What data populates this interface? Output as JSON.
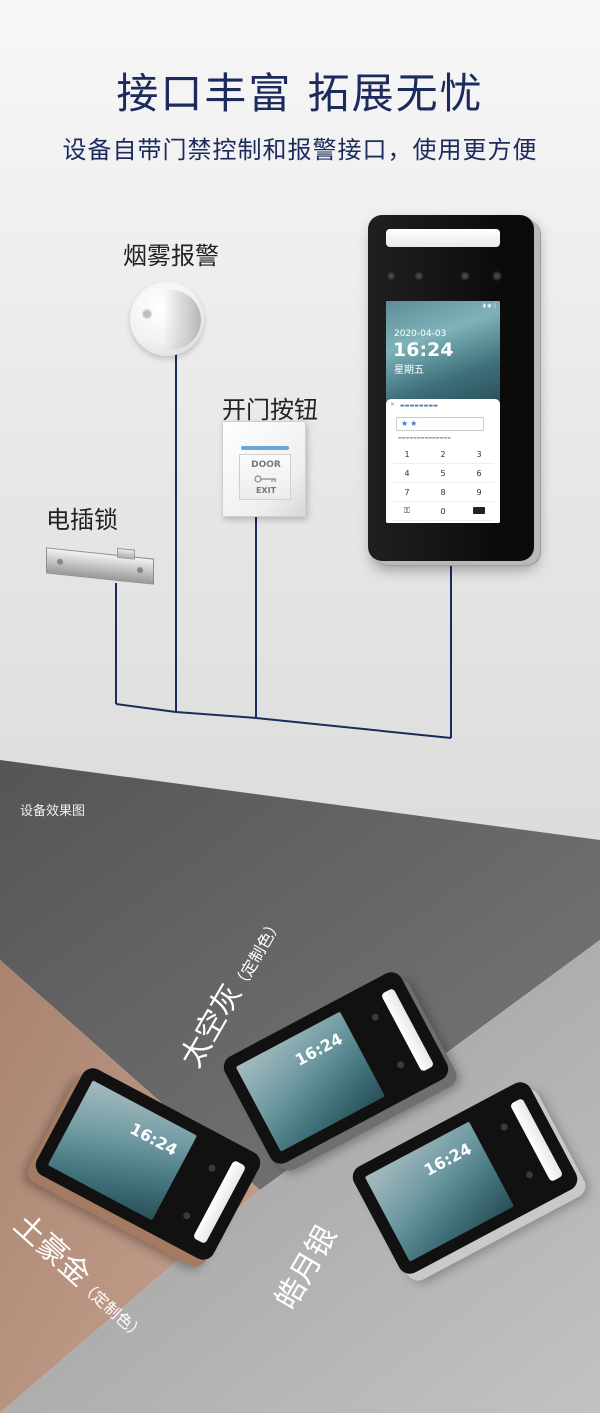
{
  "header": {
    "title": "接口丰富 拓展无忧",
    "subtitle": "设备自带门禁控制和报警接口，使用更方便"
  },
  "peripherals": {
    "smoke_alarm": "烟雾报警",
    "exit_button": "开门按钮",
    "electric_lock": "电插锁"
  },
  "exit_button_text": {
    "line1": "DOOR",
    "line2": "EXIT"
  },
  "terminal_screen": {
    "date": "2020-04-03",
    "time": "16:24",
    "weekday": "星期五",
    "keypad": [
      "1",
      "2",
      "3",
      "4",
      "5",
      "6",
      "7",
      "8",
      "9",
      "0"
    ]
  },
  "showcase": {
    "caption": "设备效果图",
    "gray": {
      "name": "太空灰",
      "note": "（定制色）"
    },
    "gold": {
      "name": "土豪金",
      "note": "（定制色）"
    },
    "silver": {
      "name": "皓月银"
    },
    "device_time": "16:24"
  },
  "colors": {
    "title": "#1c2a5c",
    "wire": "#1c2a5c",
    "gray_panel": "#6b6b6b",
    "gold_panel": "#b08a76",
    "silver_panel": "#9e9e9e"
  }
}
